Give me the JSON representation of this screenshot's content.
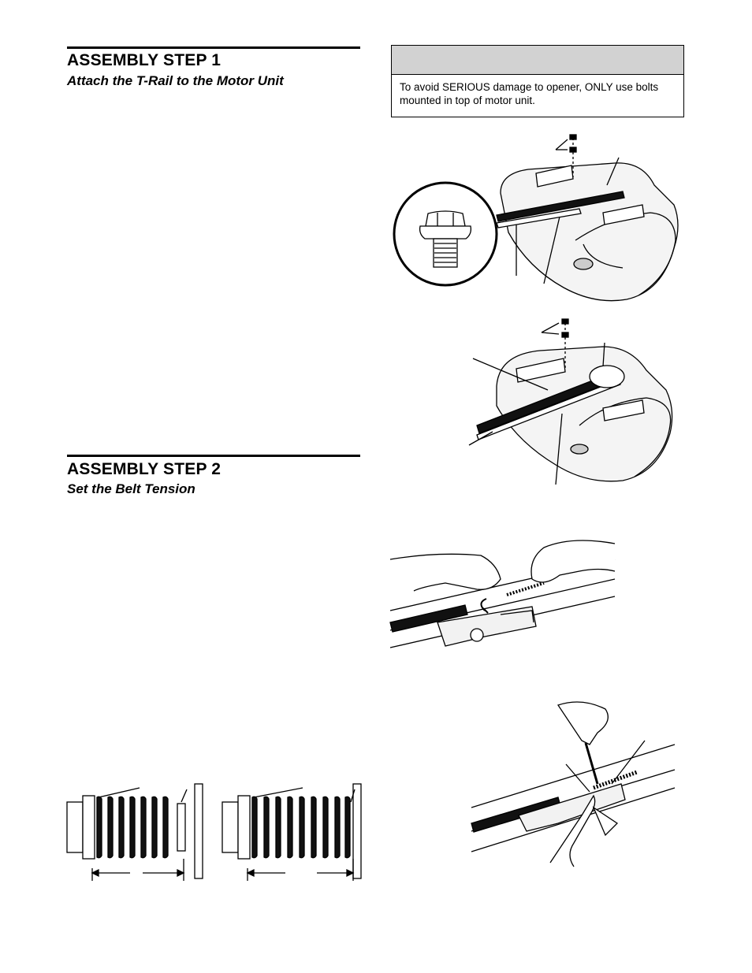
{
  "step1": {
    "title": "ASSEMBLY STEP 1",
    "subtitle": "Attach the T-Rail to the Motor Unit"
  },
  "step2": {
    "title": "ASSEMBLY STEP 2",
    "subtitle": "Set the Belt Tension"
  },
  "caution": {
    "text": "To avoid SERIOUS damage to opener, ONLY use bolts mounted in top of motor unit."
  },
  "figures": [
    {
      "name": "bolt-and-motor-unit-illustration"
    },
    {
      "name": "rail-attached-to-motor-unit-illustration"
    },
    {
      "name": "hands-tightening-trolley-illustration"
    },
    {
      "name": "screwdriver-and-pliers-tension-illustration"
    },
    {
      "name": "spring-gap-diagram-a"
    },
    {
      "name": "spring-gap-diagram-b"
    }
  ]
}
